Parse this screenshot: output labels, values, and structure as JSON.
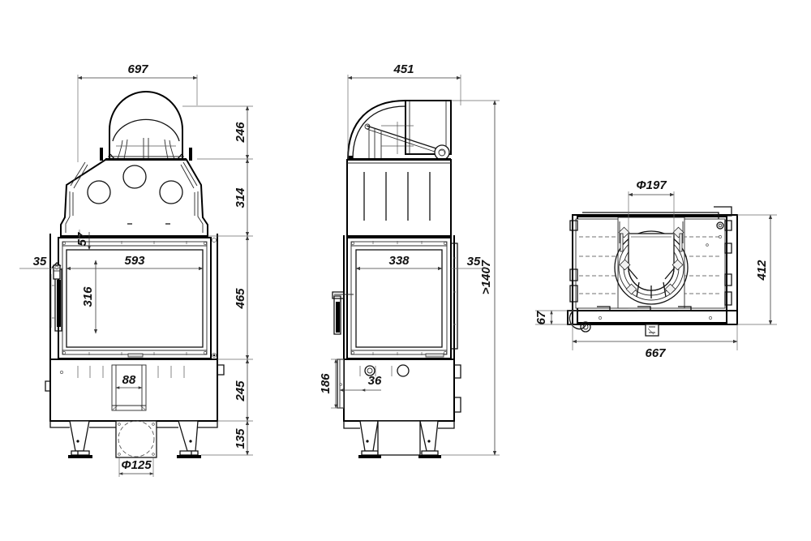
{
  "document": {
    "type": "technical-drawing",
    "title": "Fireplace insert dimensional drawing",
    "background_color": "#ffffff",
    "line_color": "#000000",
    "units": "mm"
  },
  "views": {
    "front": {
      "name": "front-elevation",
      "dimensions": {
        "overall_width": "697",
        "top_dome_height": "246",
        "upper_body_height": "314",
        "door_opening_height": "465",
        "lower_body_height": "245",
        "leg_height": "135",
        "side_offset": "35",
        "frame_top_inset": "57",
        "glass_width": "593",
        "glass_height": "316",
        "ash_pan_width": "88",
        "flue_diameter": "Φ125"
      }
    },
    "side": {
      "name": "side-elevation",
      "dimensions": {
        "overall_depth": "451",
        "glass_depth": "338",
        "side_offset": "35",
        "total_height_min": ">1407",
        "pedestal_offset": "186",
        "base_offset": "36"
      }
    },
    "top": {
      "name": "top-plan",
      "dimensions": {
        "flue_collar_diameter": "Φ197",
        "overall_width": "667",
        "overall_depth": "412",
        "rear_offset": "67"
      }
    }
  },
  "labels": {
    "d697": "697",
    "d246": "246",
    "d314": "314",
    "d465": "465",
    "d245": "245",
    "d135": "135",
    "d35_front": "35",
    "d57": "57",
    "d593": "593",
    "d316": "316",
    "d88": "88",
    "d125": "Φ125",
    "d451": "451",
    "d338": "338",
    "d35_side": "35",
    "d1407": ">1407",
    "d186": "186",
    "d36": "36",
    "d197": "Φ197",
    "d667": "667",
    "d412": "412",
    "d67": "67"
  }
}
